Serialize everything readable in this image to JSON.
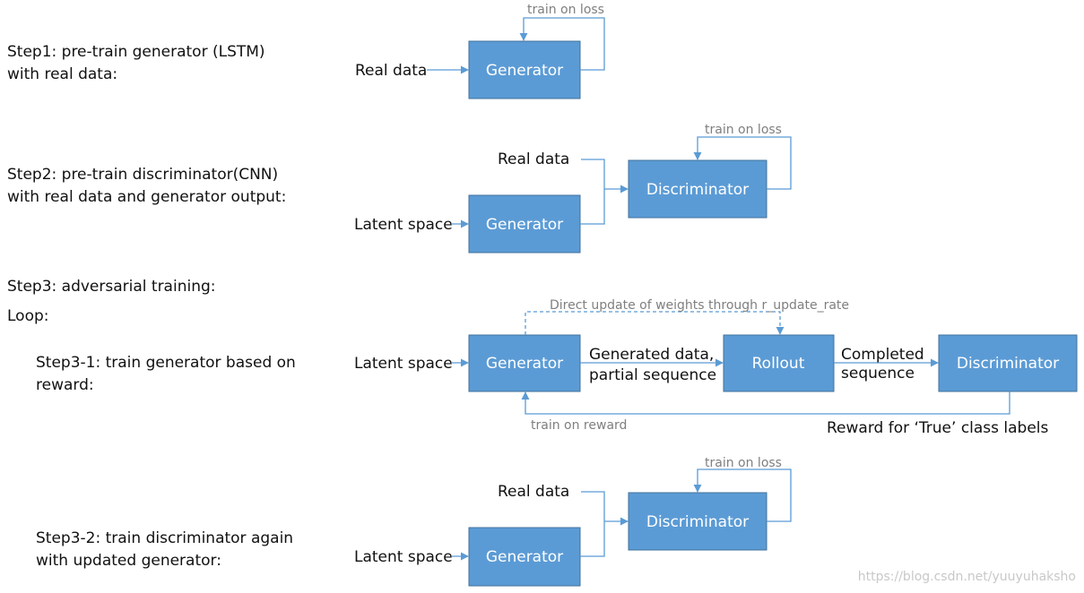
{
  "steps": {
    "step1": [
      "Step1: pre-train generator (LSTM)",
      "with real data:"
    ],
    "step2": [
      "Step2: pre-train discriminator(CNN)",
      "with real data and generator output:"
    ],
    "step3": "Step3: adversarial training:",
    "loop": "Loop:",
    "step3_1": [
      "Step3-1: train generator based on",
      "reward:"
    ],
    "step3_2": [
      "Step3-2: train discriminator again",
      "with updated generator:"
    ]
  },
  "inputs": {
    "real_data": "Real data",
    "latent_space": "Latent space"
  },
  "boxes": {
    "generator": "Generator",
    "discriminator": "Discriminator",
    "rollout": "Rollout"
  },
  "annotations": {
    "train_on_loss": "train on loss",
    "train_on_reward": "train on reward",
    "direct_update": "Direct update of weights through r_update_rate",
    "generated_data": [
      "Generated data,",
      "partial sequence"
    ],
    "completed_sequence": [
      "Completed",
      "sequence"
    ],
    "reward": "Reward for ‘True’ class labels"
  },
  "watermark": "https://blog.csdn.net/yuuyuhaksho",
  "colors": {
    "box_fill": "#5b9bd5",
    "box_border": "#41719c",
    "arrow": "#5b9bd5",
    "annotation_text": "#7f7f7f"
  }
}
